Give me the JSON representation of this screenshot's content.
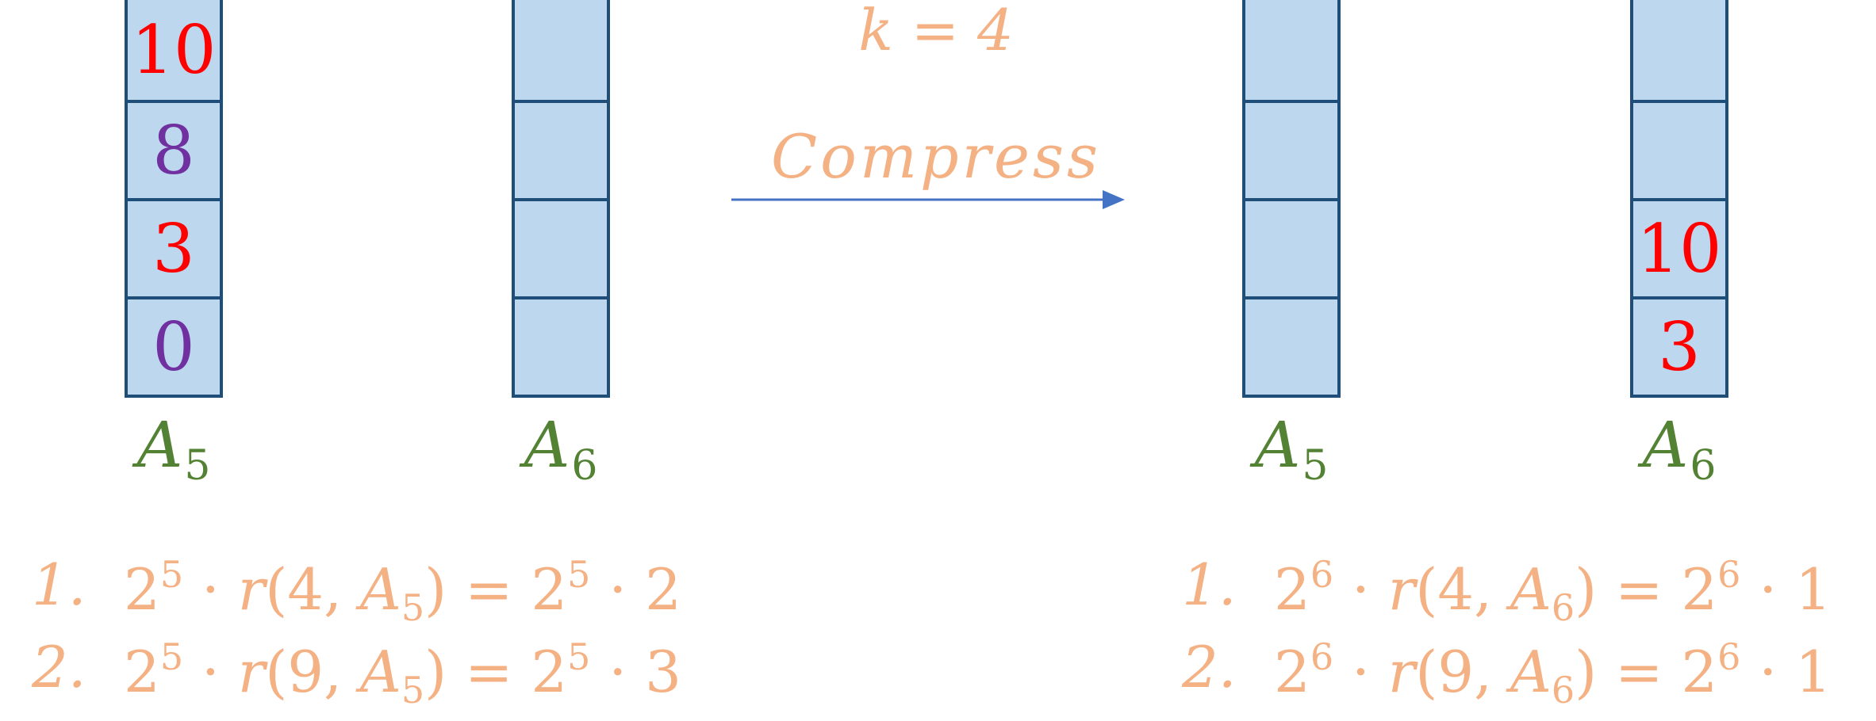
{
  "colors": {
    "cell_fill": "#bdd7ee",
    "cell_border": "#1f4e79",
    "red_value": "#ff0000",
    "purple_value": "#7030a0",
    "array_label": "#548235",
    "annotation": "#f4b183",
    "arrow": "#4472c4"
  },
  "parameter": "k = 4",
  "operation": "Compress",
  "before": {
    "a5": {
      "name": "A",
      "index": "5",
      "cells": [
        "10",
        "8",
        "3",
        "0"
      ],
      "cell_colors": [
        "red",
        "purple",
        "red",
        "purple"
      ]
    },
    "a6": {
      "name": "A",
      "index": "6",
      "cells": [
        "",
        "",
        "",
        ""
      ]
    },
    "formulas": [
      {
        "number": "1.",
        "base": "2",
        "exp": "5",
        "fn": "r",
        "arg": "4",
        "arr_name": "A",
        "arr_index": "5",
        "rhs_base": "2",
        "rhs_exp": "5",
        "rhs_factor": "2"
      },
      {
        "number": "2.",
        "base": "2",
        "exp": "5",
        "fn": "r",
        "arg": "9",
        "arr_name": "A",
        "arr_index": "5",
        "rhs_base": "2",
        "rhs_exp": "5",
        "rhs_factor": "3"
      }
    ]
  },
  "after": {
    "a5": {
      "name": "A",
      "index": "5",
      "cells": [
        "",
        "",
        "",
        ""
      ]
    },
    "a6": {
      "name": "A",
      "index": "6",
      "cells": [
        "",
        "",
        "10",
        "3"
      ],
      "cell_colors": [
        "",
        "",
        "red",
        "red"
      ]
    },
    "formulas": [
      {
        "number": "1.",
        "base": "2",
        "exp": "6",
        "fn": "r",
        "arg": "4",
        "arr_name": "A",
        "arr_index": "6",
        "rhs_base": "2",
        "rhs_exp": "6",
        "rhs_factor": "1"
      },
      {
        "number": "2.",
        "base": "2",
        "exp": "6",
        "fn": "r",
        "arg": "9",
        "arr_name": "A",
        "arr_index": "6",
        "rhs_base": "2",
        "rhs_exp": "6",
        "rhs_factor": "1"
      }
    ]
  }
}
